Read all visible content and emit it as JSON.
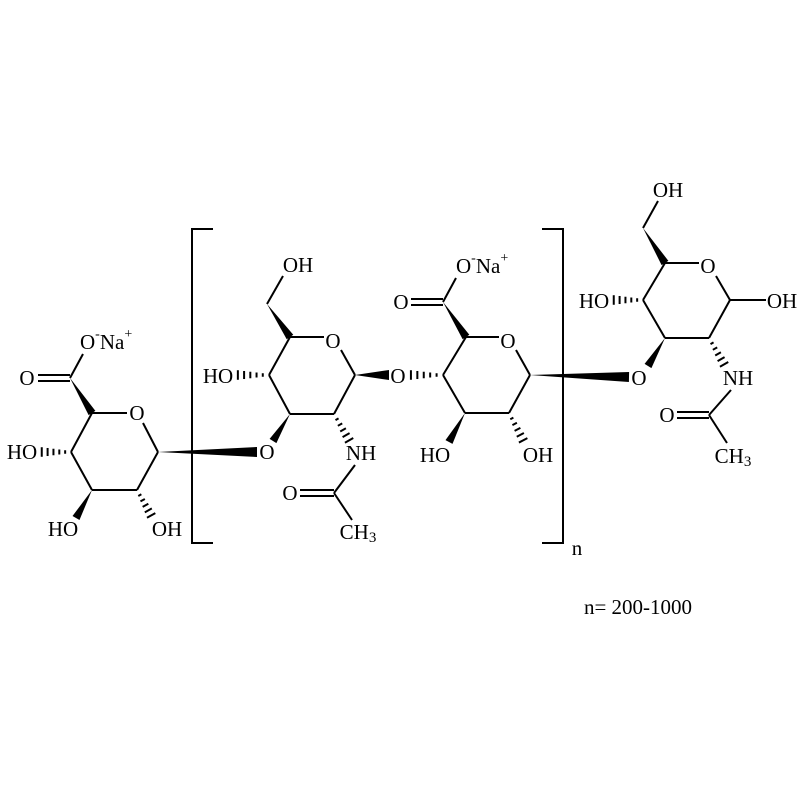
{
  "title": "Sodium hyaluronate",
  "labels": {
    "O": "O",
    "HO": "HO",
    "OH": "OH",
    "NH": "NH",
    "CH": "CH",
    "three": "3",
    "O_minus_O": "O",
    "minus": "-",
    "Na": "Na",
    "plus": "+",
    "n": "n"
  },
  "caption": "n= 200-1000",
  "colors": {
    "ink": "#000000",
    "background": "#ffffff"
  }
}
